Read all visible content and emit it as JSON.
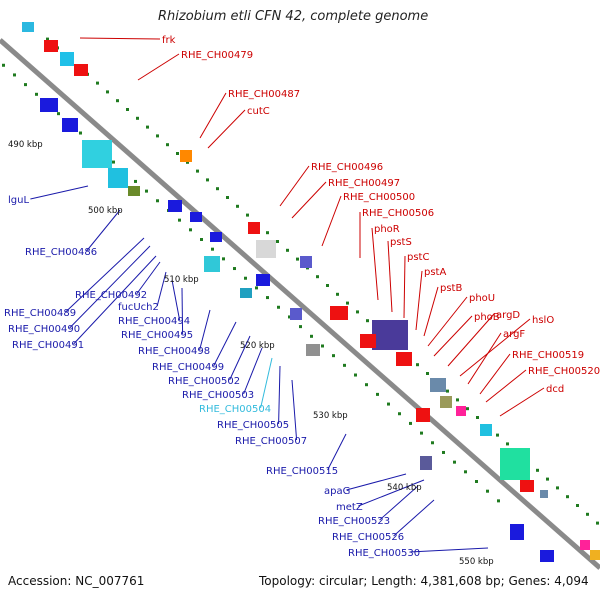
{
  "title": "Rhizobium etli CFN 42, complete genome",
  "footer": {
    "accession": "Accession: NC_007761",
    "stats": "Topology: circular; Length: 4,381,608 bp; Genes: 4,094"
  },
  "colors": {
    "backbone": "#8a8a8a",
    "forward_label": "#cc0000",
    "reverse_label": "#1a1aaa",
    "highlight_label": "#33bbdd",
    "gc_tick": "#1f7a1f"
  },
  "ticks": [
    "490 kbp",
    "500 kbp",
    "510 kbp",
    "520 kbp",
    "530 kbp",
    "540 kbp",
    "550 kbp"
  ],
  "forward_labels": [
    "frk",
    "RHE_CH00479",
    "RHE_CH00487",
    "cutC",
    "RHE_CH00496",
    "RHE_CH00497",
    "RHE_CH00500",
    "RHE_CH00506",
    "phoR",
    "pstS",
    "pstC",
    "pstA",
    "pstB",
    "phoU",
    "phoB",
    "argD",
    "hslO",
    "argF",
    "RHE_CH00519",
    "RHE_CH00520",
    "dcd"
  ],
  "reverse_labels": [
    "lguL",
    "RHE_CH00486",
    "RHE_CH00489",
    "RHE_CH00490",
    "RHE_CH00491",
    "RHE_CH00492",
    "fucUch2",
    "RHE_CH00494",
    "RHE_CH00495",
    "RHE_CH00498",
    "RHE_CH00499",
    "RHE_CH00502",
    "RHE_CH00503",
    "RHE_CH00504",
    "RHE_CH00505",
    "RHE_CH00507",
    "RHE_CH00515",
    "apaG",
    "metZ",
    "RHE_CH00523",
    "RHE_CH00526",
    "RHE_CH00530"
  ]
}
